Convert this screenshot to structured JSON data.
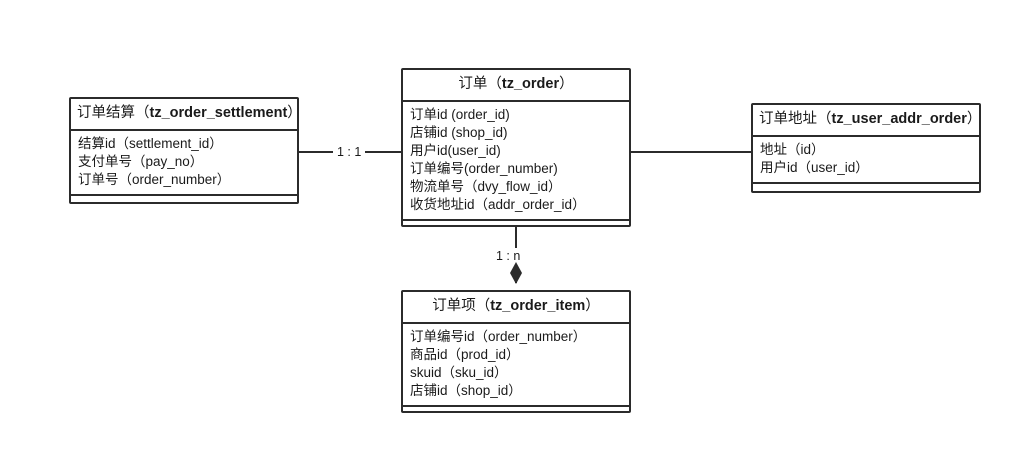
{
  "diagram": {
    "title": "order-er-diagram",
    "background": "#ffffff",
    "line_color": "#2b2b2b",
    "text_color": "#1a1a1a"
  },
  "entities": {
    "order_settlement": {
      "cn_name": "订单结算",
      "table_name": "tz_order_settlement",
      "attributes": [
        "结算id（settlement_id）",
        "支付单号（pay_no）",
        "订单号（order_number）"
      ]
    },
    "order": {
      "cn_name": "订单",
      "table_name": "tz_order",
      "attributes": [
        "订单id (order_id)",
        "店铺id (shop_id)",
        "用户id(user_id)",
        "订单编号(order_number)",
        "物流单号（dvy_flow_id）",
        "收货地址id（addr_order_id）"
      ]
    },
    "user_addr_order": {
      "cn_name": "订单地址",
      "table_name": "tz_user_addr_order",
      "attributes": [
        "地址（id）",
        "用户id（user_id）"
      ]
    },
    "order_item": {
      "cn_name": "订单项",
      "table_name": "tz_order_item",
      "attributes": [
        "订单编号id（order_number）",
        "商品id（prod_id）",
        "skuid（sku_id）",
        "店铺id（shop_id）"
      ]
    }
  },
  "relations": {
    "settlement_to_order": "1 : 1",
    "order_to_item": "1 : n"
  }
}
